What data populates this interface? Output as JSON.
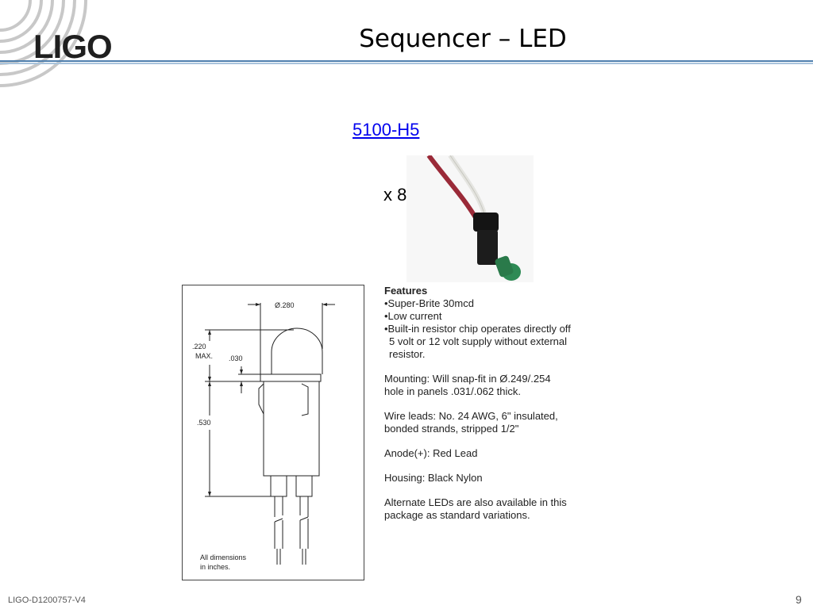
{
  "header": {
    "logo": "LIGO",
    "title": "Sequencer – LED"
  },
  "main": {
    "part_number": "5100-H5",
    "quantity": "x 8"
  },
  "drawing": {
    "diameter": "Ø.280",
    "height_220": ".220",
    "max": "MAX.",
    "dim_030": ".030",
    "dim_530": ".530",
    "note_line1": "All  dimensions",
    "note_line2": "in  inches."
  },
  "features": {
    "heading": "Features",
    "bullet1": "•Super-Brite 30mcd",
    "bullet2": "•Low current",
    "bullet3_line1": "•Built-in resistor chip operates directly off",
    "bullet3_line2": "5 volt or 12 volt supply without external",
    "bullet3_line3": "resistor.",
    "mounting_line1": "Mounting: Will snap-fit in Ø.249/.254",
    "mounting_line2": "hole in panels .031/.062 thick.",
    "leads_line1": "Wire leads: No. 24 AWG, 6\" insulated,",
    "leads_line2": "bonded strands, stripped 1/2\"",
    "anode": "Anode(+): Red Lead",
    "housing": "Housing: Black Nylon",
    "alternate_line1": "Alternate LEDs are also available in this",
    "alternate_line2": "package as standard variations."
  },
  "footer": {
    "doc_id": "LIGO-D1200757-V4",
    "page_number": "9"
  }
}
